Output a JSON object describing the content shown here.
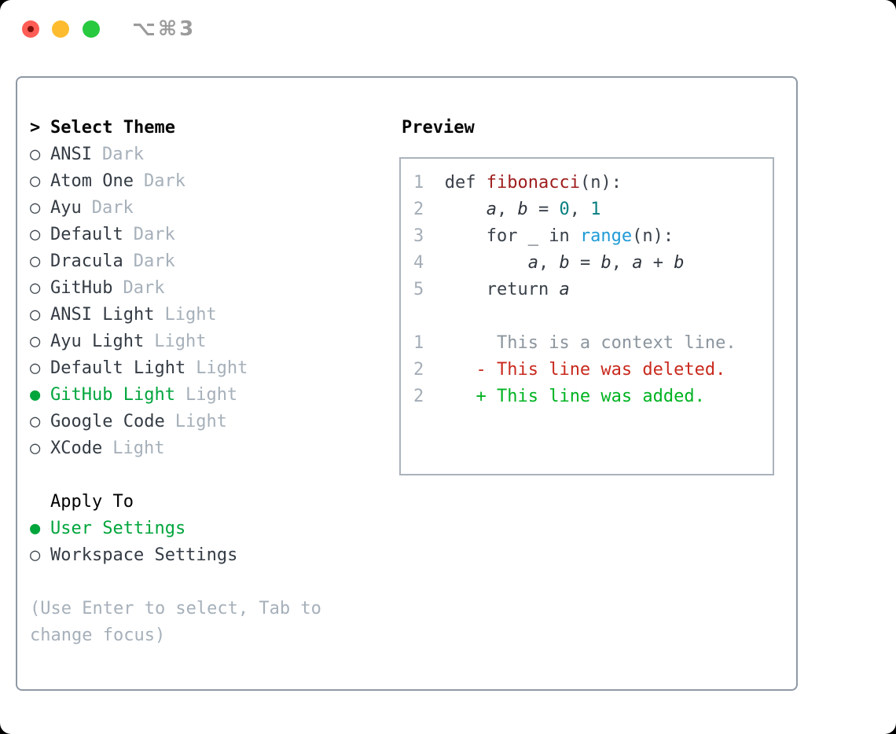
{
  "window": {
    "titlebar": {
      "shortcut_label": "⌥⌘3",
      "traffic_lights": [
        "close",
        "minimize",
        "zoom"
      ]
    }
  },
  "theme_panel": {
    "header": "Select Theme",
    "cursor": ">",
    "glyphs": {
      "selected": "●",
      "unselected": "○"
    },
    "themes": [
      {
        "name": "ANSI",
        "tag": "Dark",
        "selected": false
      },
      {
        "name": "Atom One",
        "tag": "Dark",
        "selected": false
      },
      {
        "name": "Ayu",
        "tag": "Dark",
        "selected": false
      },
      {
        "name": "Default",
        "tag": "Dark",
        "selected": false
      },
      {
        "name": "Dracula",
        "tag": "Dark",
        "selected": false
      },
      {
        "name": "GitHub",
        "tag": "Dark",
        "selected": false
      },
      {
        "name": "ANSI Light",
        "tag": "Light",
        "selected": false
      },
      {
        "name": "Ayu Light",
        "tag": "Light",
        "selected": false
      },
      {
        "name": "Default Light",
        "tag": "Light",
        "selected": false
      },
      {
        "name": "GitHub Light",
        "tag": "Light",
        "selected": true
      },
      {
        "name": "Google Code",
        "tag": "Light",
        "selected": false
      },
      {
        "name": "XCode",
        "tag": "Light",
        "selected": false
      }
    ],
    "apply_to": {
      "header": "Apply To",
      "options": [
        {
          "label": "User Settings",
          "selected": true
        },
        {
          "label": "Workspace Settings",
          "selected": false
        }
      ]
    },
    "help_text": "(Use Enter to select, Tab to change focus)"
  },
  "preview": {
    "title": "Preview",
    "lines": [
      [
        {
          "t": "1  ",
          "s": "ln"
        },
        {
          "t": "def ",
          "s": "fg"
        },
        {
          "t": "fibonacci",
          "s": "func"
        },
        {
          "t": "(n):",
          "s": "fg"
        }
      ],
      [
        {
          "t": "2  ",
          "s": "ln"
        },
        {
          "t": "    ",
          "s": "fg"
        },
        {
          "t": "a",
          "s": "var"
        },
        {
          "t": ", ",
          "s": "fg"
        },
        {
          "t": "b",
          "s": "var"
        },
        {
          "t": " = ",
          "s": "fg"
        },
        {
          "t": "0",
          "s": "num"
        },
        {
          "t": ", ",
          "s": "fg"
        },
        {
          "t": "1",
          "s": "num"
        }
      ],
      [
        {
          "t": "3  ",
          "s": "ln"
        },
        {
          "t": "    for _ in ",
          "s": "fg"
        },
        {
          "t": "range",
          "s": "builtin"
        },
        {
          "t": "(n):",
          "s": "fg"
        }
      ],
      [
        {
          "t": "4  ",
          "s": "ln"
        },
        {
          "t": "        ",
          "s": "fg"
        },
        {
          "t": "a",
          "s": "var"
        },
        {
          "t": ", ",
          "s": "fg"
        },
        {
          "t": "b",
          "s": "var"
        },
        {
          "t": " = ",
          "s": "fg"
        },
        {
          "t": "b",
          "s": "var"
        },
        {
          "t": ", ",
          "s": "fg"
        },
        {
          "t": "a",
          "s": "var"
        },
        {
          "t": " + ",
          "s": "fg"
        },
        {
          "t": "b",
          "s": "var"
        }
      ],
      [
        {
          "t": "5  ",
          "s": "ln"
        },
        {
          "t": "    return ",
          "s": "fg"
        },
        {
          "t": "a",
          "s": "var"
        }
      ],
      [],
      [
        {
          "t": "1  ",
          "s": "ln"
        },
        {
          "t": "     This is a context line.",
          "s": "context"
        }
      ],
      [
        {
          "t": "2  ",
          "s": "ln"
        },
        {
          "t": "   - This line was deleted.",
          "s": "deleted"
        }
      ],
      [
        {
          "t": "2  ",
          "s": "ln"
        },
        {
          "t": "   + This line was added.",
          "s": "added"
        }
      ]
    ]
  },
  "colors": {
    "accent_green": "#00a53c",
    "added_green": "#00b321",
    "deleted_red": "#c8291d",
    "function_red": "#9e1d1d",
    "number_teal": "#077e80",
    "builtin_blue": "#1f9bd7",
    "muted_gray": "#a6b0ba",
    "text_dark": "#343b44",
    "border_gray": "#8f99a5",
    "traffic_red": "#ff5d55",
    "traffic_yellow": "#fdbc2f",
    "traffic_green": "#27c93f"
  }
}
